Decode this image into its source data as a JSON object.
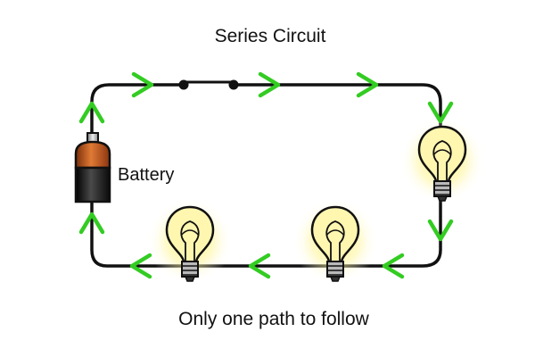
{
  "title": "Series Circuit",
  "caption": "Only one path to follow",
  "battery": {
    "label": "Battery",
    "icon": "battery-icon"
  },
  "switch": {
    "icon": "switch-icon",
    "state": "closed"
  },
  "bulbs": [
    {
      "name": "bulb-right",
      "icon": "light-bulb-icon",
      "state": "lit"
    },
    {
      "name": "bulb-bottom-middle",
      "icon": "light-bulb-icon",
      "state": "lit"
    },
    {
      "name": "bulb-bottom-left",
      "icon": "light-bulb-icon",
      "state": "lit"
    }
  ],
  "current_flow": {
    "icon": "arrow-icon",
    "direction": "clockwise",
    "arrow_count": 10
  },
  "colors": {
    "wire": "#111111",
    "arrow": "#33cc22",
    "glow": "#fff27a",
    "bulb_glass": "#fff6b0",
    "battery_copper": "#c85a1e",
    "battery_body": "#1a1a1a"
  }
}
